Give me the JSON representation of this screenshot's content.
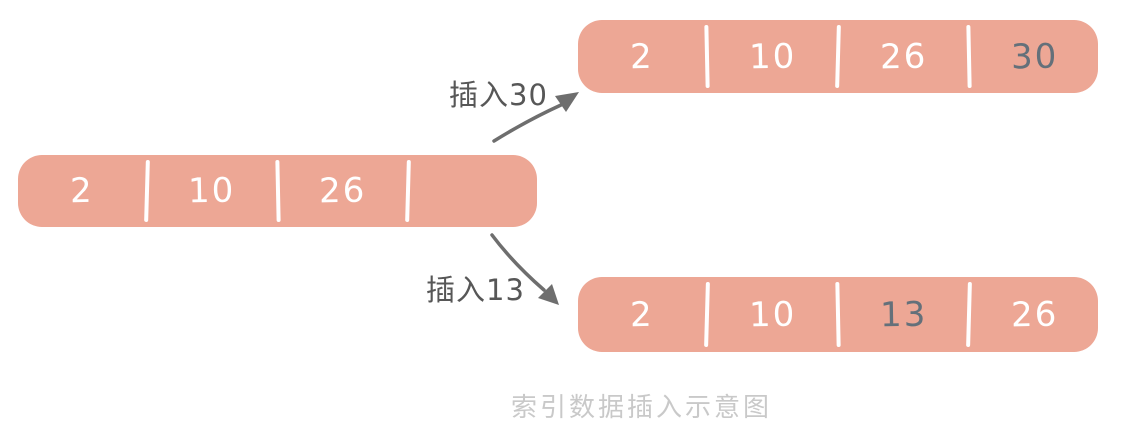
{
  "caption": "索引数据插入示意图",
  "colors": {
    "bar_fill": "#eda795",
    "cell_text": "#ffffff",
    "inserted_text": "#64707a",
    "arrow": "#6e6e6e",
    "label_text": "#575757",
    "caption_text": "#c9c9c9"
  },
  "operations": {
    "insert_top": {
      "label": "插入30"
    },
    "insert_bottom": {
      "label": "插入13"
    }
  },
  "arrays": {
    "source": {
      "cells": [
        {
          "value": "2",
          "inserted": false
        },
        {
          "value": "10",
          "inserted": false
        },
        {
          "value": "26",
          "inserted": false
        },
        {
          "value": "",
          "inserted": false
        }
      ]
    },
    "after_insert_30": {
      "cells": [
        {
          "value": "2",
          "inserted": false
        },
        {
          "value": "10",
          "inserted": false
        },
        {
          "value": "26",
          "inserted": false
        },
        {
          "value": "30",
          "inserted": true
        }
      ]
    },
    "after_insert_13": {
      "cells": [
        {
          "value": "2",
          "inserted": false
        },
        {
          "value": "10",
          "inserted": false
        },
        {
          "value": "13",
          "inserted": true
        },
        {
          "value": "26",
          "inserted": false
        }
      ]
    }
  }
}
